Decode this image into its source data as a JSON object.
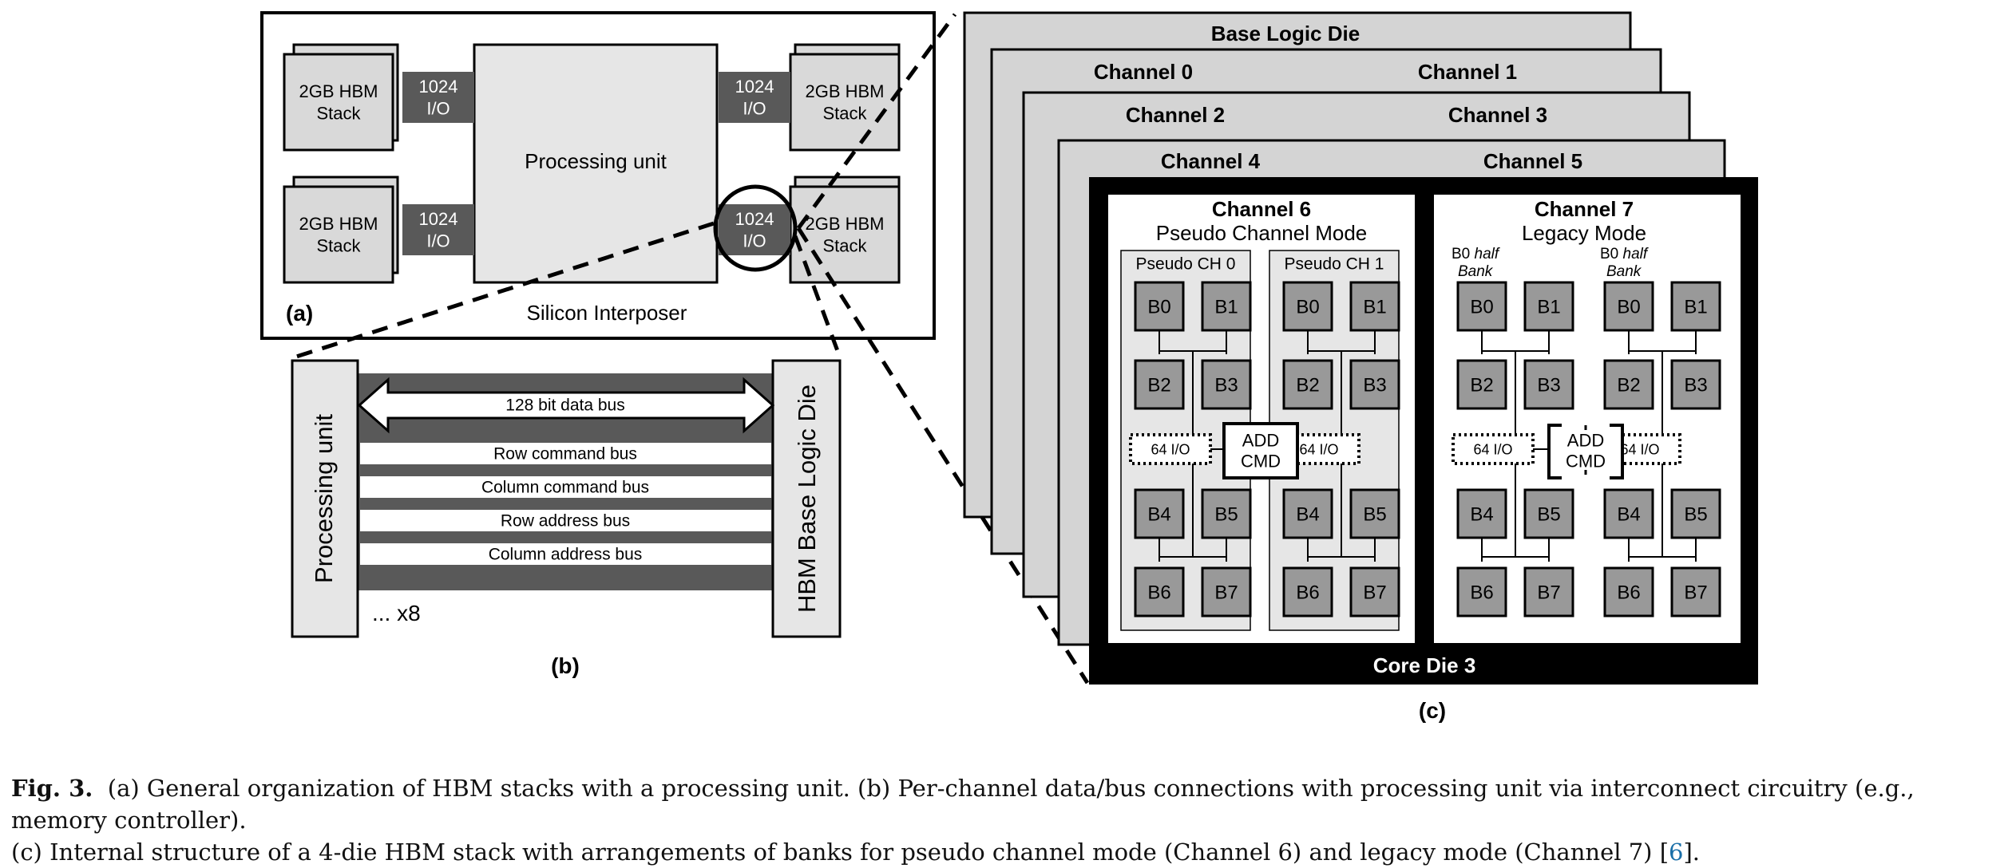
{
  "panel_a": {
    "stack_label": "2GB HBM\nStack",
    "io_label": "1024\nI/O",
    "processing_unit": "Processing unit",
    "interposer": "Silicon Interposer",
    "tag": "(a)"
  },
  "panel_b": {
    "processing_unit": "Processing unit",
    "base_logic": "HBM Base Logic Die",
    "buses": [
      "128 bit data bus",
      "Row command bus",
      "Column command bus",
      "Row address bus",
      "Column address bus"
    ],
    "multiplier": "... x8",
    "tag": "(b)"
  },
  "panel_c": {
    "base_logic_die": "Base Logic Die",
    "layer_channels": [
      [
        "Channel 0",
        "Channel 1"
      ],
      [
        "Channel 2",
        "Channel 3"
      ],
      [
        "Channel 4",
        "Channel 5"
      ]
    ],
    "core_die": "Core Die 3",
    "ch6": {
      "title": "Channel 6",
      "mode": "Pseudo Channel Mode",
      "pseudo": [
        "Pseudo CH 0",
        "Pseudo CH 1"
      ]
    },
    "ch7": {
      "title": "Channel 7",
      "mode": "Legacy Mode",
      "half_bank_prefix": "B0",
      "half_bank_italic": "half",
      "half_bank_suffix": "Bank"
    },
    "banks": [
      "B0",
      "B1",
      "B2",
      "B3",
      "B4",
      "B5",
      "B6",
      "B7"
    ],
    "io64": "64 I/O",
    "add_cmd": "ADD\nCMD",
    "tag": "(c)"
  },
  "caption": {
    "label": "Fig. 3.",
    "line1": "(a) General organization of HBM stacks with a processing unit. (b) Per-channel data/bus connections with processing unit via interconnect circuitry (e.g., memory controller).",
    "line2_pre": "(c) Internal structure of a 4-die HBM stack with arrangements of banks for pseudo channel mode (Channel 6) and legacy mode (Channel 7) [",
    "ref": "6",
    "line2_post": "]."
  }
}
